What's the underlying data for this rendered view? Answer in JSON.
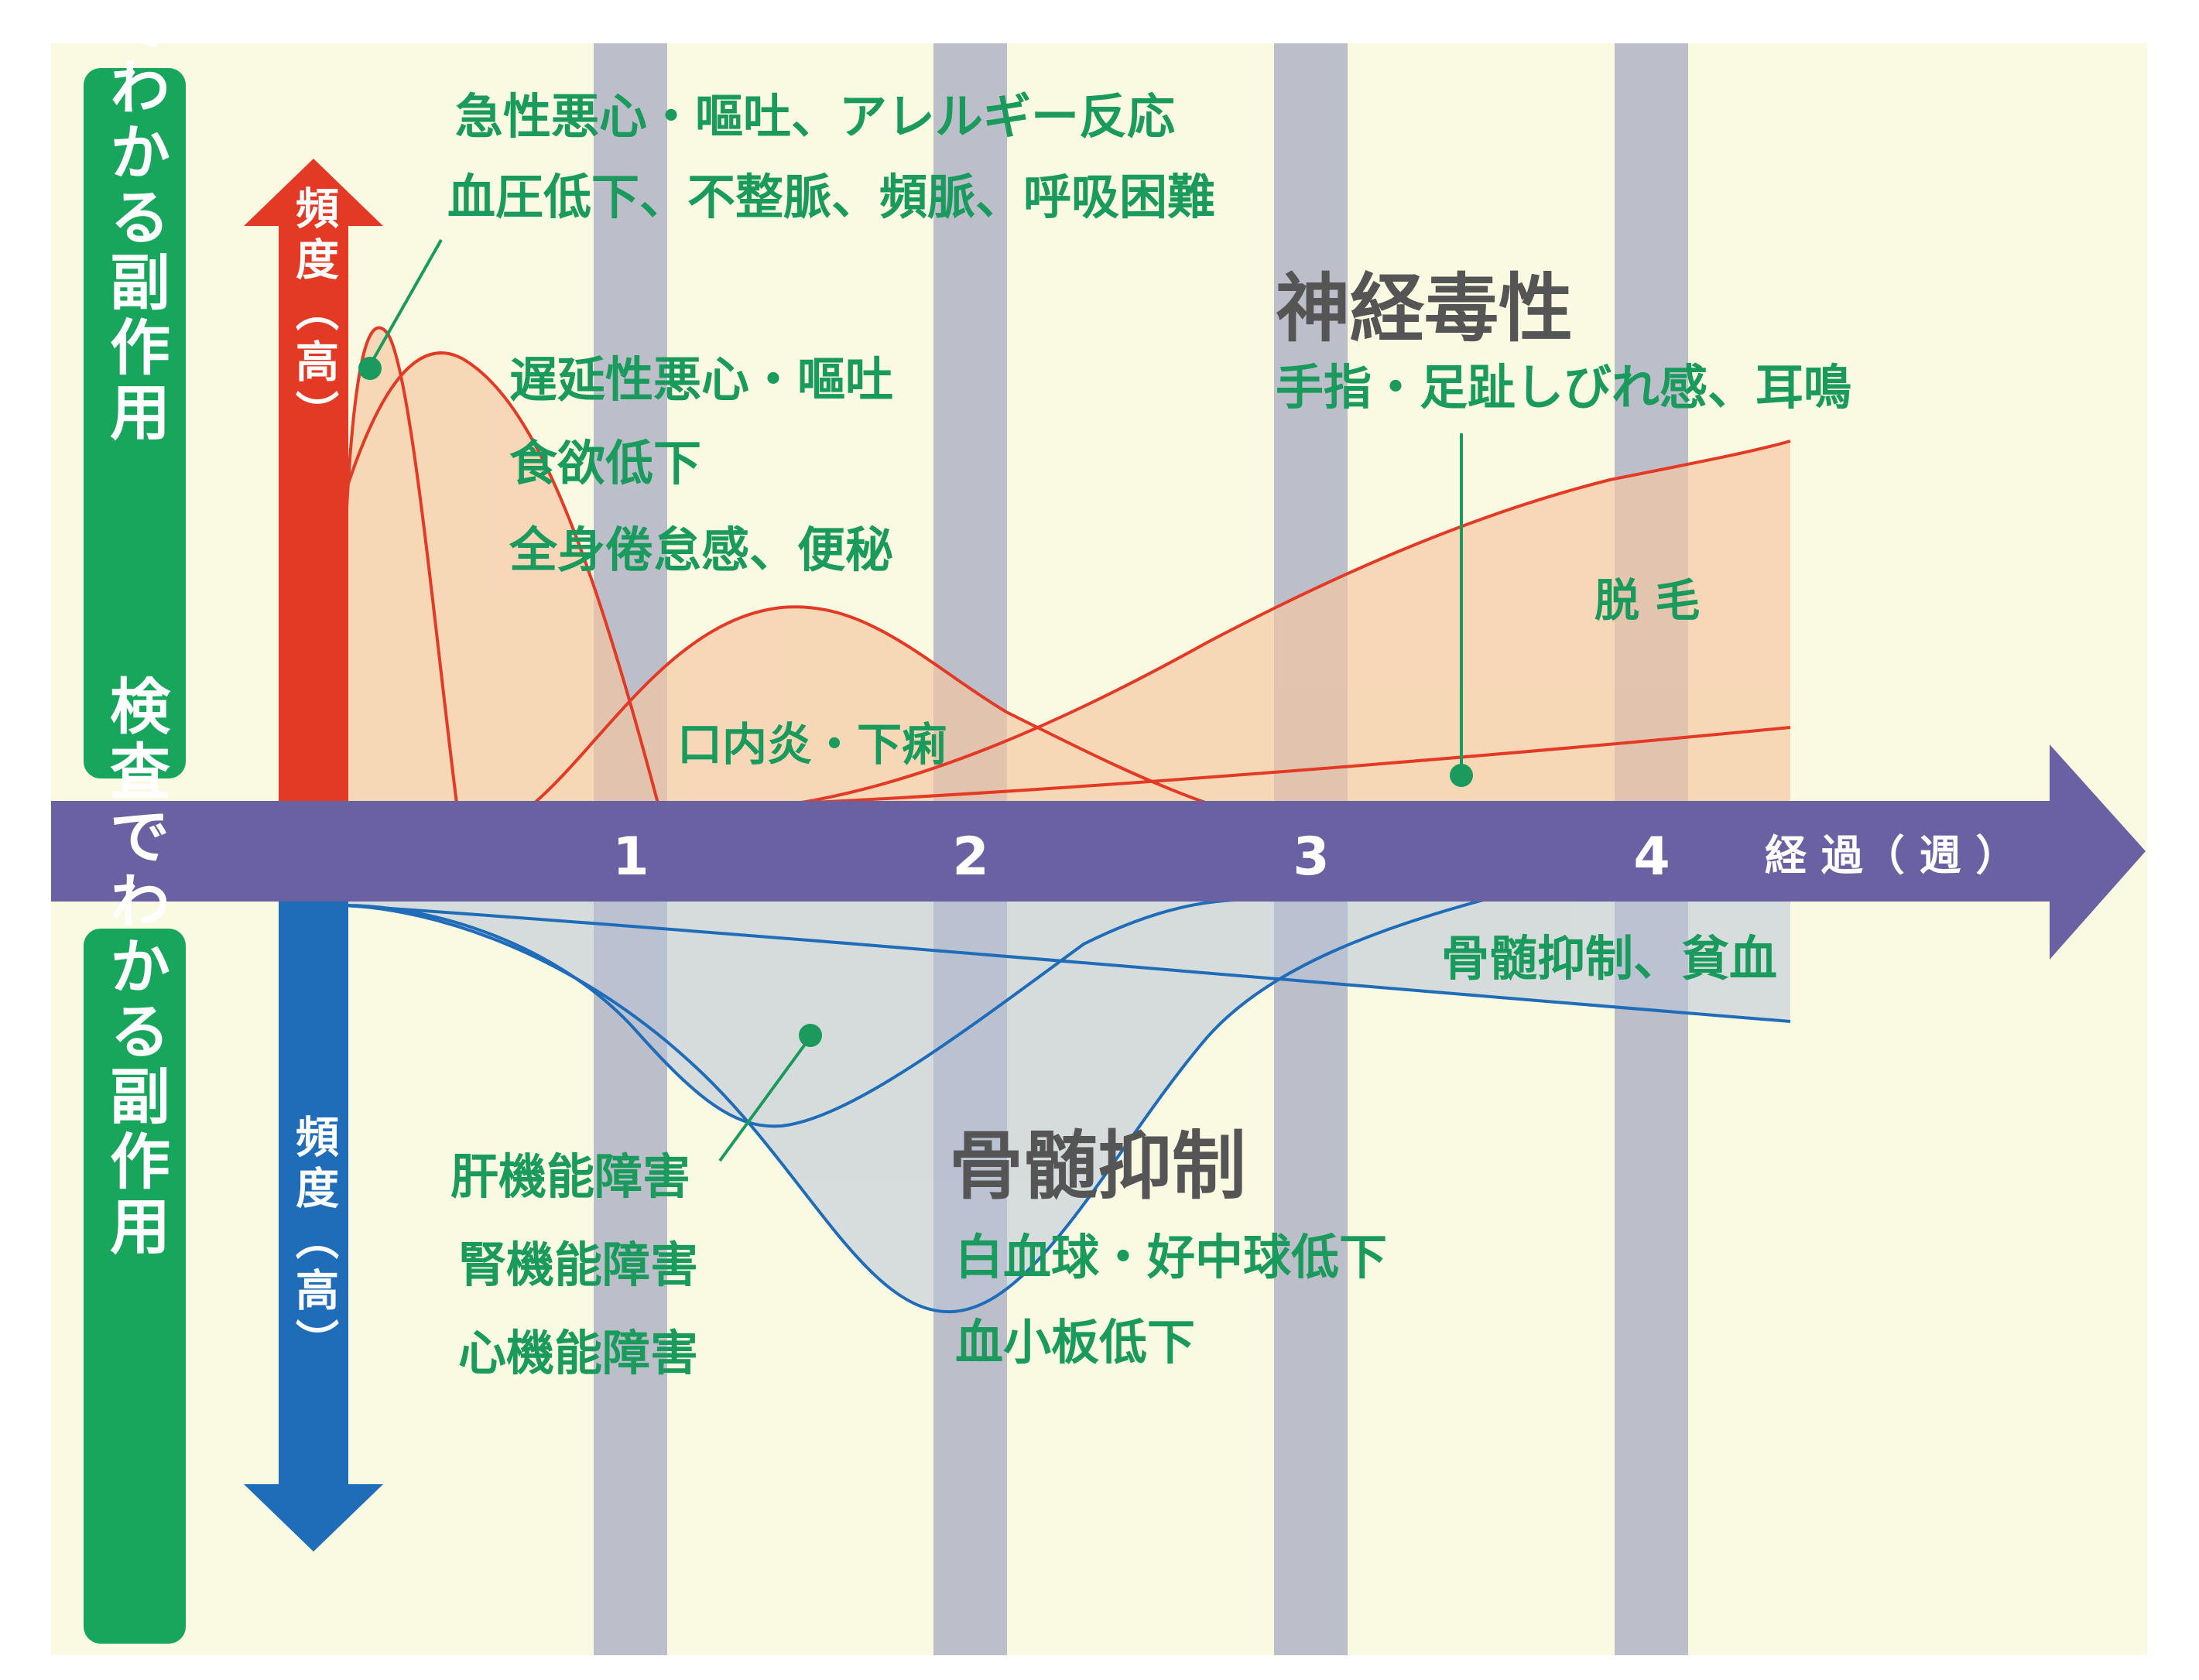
{
  "colors": {
    "background": "#faf9e2",
    "band": "#bcbfca",
    "axis": "#6a61a3",
    "red_line": "#e33a26",
    "red_fill": "#f5c7a2",
    "blue_line": "#1f6cb8",
    "blue_fill": "#b9c6d8",
    "label_green": "#1a9a5c",
    "panel_green": "#17a65c"
  },
  "left_panels": {
    "top": "自分でわかる副作用",
    "bottom": "検査でわかる副作用"
  },
  "vertical_arrows": {
    "top_label": "頻度（高）",
    "bottom_label": "頻度（高）"
  },
  "axis": {
    "ticks": [
      "1",
      "2",
      "3",
      "4"
    ],
    "unit_label": "経 過（ 週 ）"
  },
  "labels": {
    "acute_1": "急性悪心・嘔吐、アレルギー反応",
    "acute_2": "血圧低下、不整脈、頻脈、呼吸困難",
    "delayed_1": "遅延性悪心・嘔吐",
    "delayed_2": "食欲低下",
    "delayed_3": "全身倦怠感、便秘",
    "stomatitis": "口内炎・下痢",
    "neuro_title": "神経毒性",
    "neuro_sub": "手指・足趾しびれ感、耳鳴",
    "hair": "脱 毛",
    "marrow_anemia": "骨髄抑制、貧血",
    "organ_1": "肝機能障害",
    "organ_2": "腎機能障害",
    "organ_3": "心機能障害",
    "marrow_title": "骨髄抑制",
    "marrow_1": "白血球・好中球低下",
    "marrow_2": "血小板低下"
  },
  "icons": {
    "up_arrow": "arrow-up-icon",
    "down_arrow": "arrow-down-icon",
    "axis_arrow": "arrow-right-icon",
    "callout_dot": "dot-icon"
  }
}
